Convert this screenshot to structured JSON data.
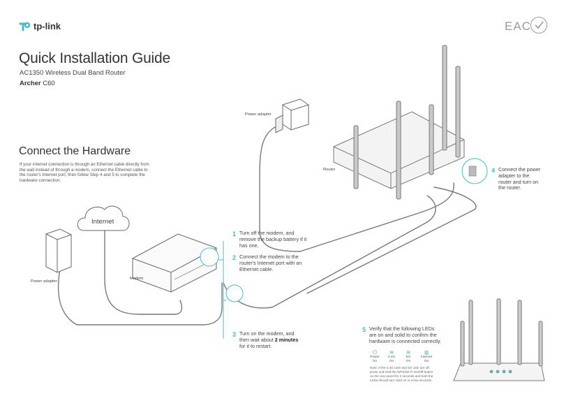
{
  "brand": {
    "name": "tp-link",
    "accent": "#4cb7c5"
  },
  "header": {
    "title": "Quick Installation Guide",
    "subtitle": "AC1350 Wireless Dual Band Router",
    "model_bold": "Archer",
    "model_rest": " C60"
  },
  "cert": {
    "mark": "EAC"
  },
  "section": {
    "title": "Connect the Hardware",
    "paragraph_lines": [
      "If your internet connection is through an Ethernet cable directly from",
      "the wall instead of through a modem, connect the Ethernet cable to",
      "the router's Internet port, then follow Step 4 and 5 to complete the",
      "hardware connection."
    ]
  },
  "labels": {
    "power_adapter_top": "Power adapter",
    "power_adapter_left": "Power adapter",
    "router": "Router",
    "modem": "Modem",
    "internet": "Internet"
  },
  "steps": [
    {
      "num": "1",
      "lines": [
        "Turn off the modem, and",
        "remove the backup battery if it",
        "has one."
      ]
    },
    {
      "num": "2",
      "lines": [
        "Connect the modem to the",
        "router's Internet port with an",
        "Ethernet cable."
      ]
    },
    {
      "num": "3",
      "lines": [
        "Turn on the modem, and",
        "then wait about ",
        "for it to restart."
      ],
      "bold": "2 minutes"
    },
    {
      "num": "4",
      "lines": [
        "Connect the power",
        "adapter to the",
        "router and turn on",
        "the router."
      ]
    },
    {
      "num": "5",
      "lines": [
        "Verify that the following LEDs",
        "are on and solid to confirm the",
        "hardware is connected correctly."
      ]
    }
  ],
  "leds": [
    {
      "name": "Power",
      "state": "On",
      "icon": "power-icon"
    },
    {
      "name": "2.4G",
      "state": "On",
      "icon": "wifi-icon"
    },
    {
      "name": "5G",
      "state": "On",
      "icon": "wifi-icon"
    },
    {
      "name": "Internet",
      "state": "On",
      "icon": "globe-icon"
    }
  ],
  "note_lines": [
    "Note: If the 2.4G LED and 5G LED are off,",
    "press and hold the WPS/Wi-Fi On/Off button",
    "on the rear panel for 2 seconds and both the",
    "LEDs should turn solid on in a few seconds."
  ]
}
